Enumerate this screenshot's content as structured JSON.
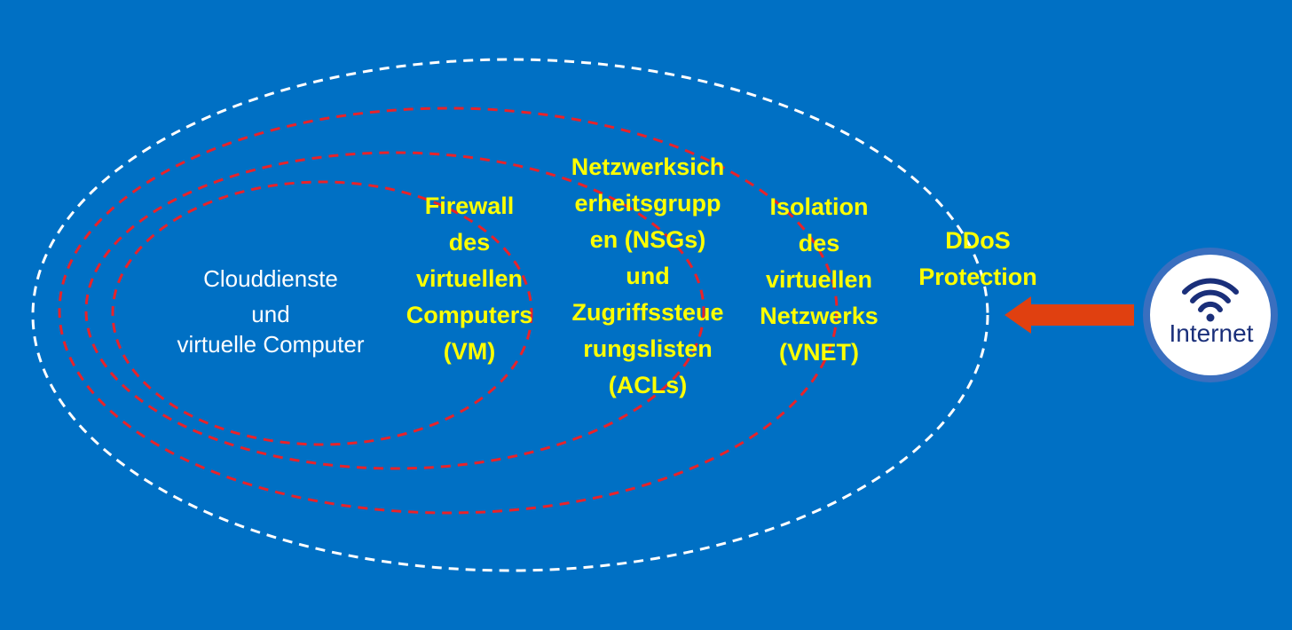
{
  "layers": {
    "core_lines": [
      "Clouddienste",
      "und",
      "virtuelle Computer"
    ],
    "vm_firewall_lines": [
      "Firewall",
      "des",
      "virtuellen",
      "Computers",
      "(VM)"
    ],
    "nsg_lines": [
      "Netzwerksich",
      "erheitsgrupp",
      "en (NSGs)",
      "und",
      "Zugriffssteue",
      "rungslisten",
      "(ACLs)"
    ],
    "vnet_lines": [
      "Isolation",
      "des",
      "virtuellen",
      "Netzwerks",
      "(VNET)"
    ],
    "ddos_lines": [
      "DDoS",
      "Protection"
    ]
  },
  "internet": {
    "label": "Internet",
    "icon": "wifi-icon"
  },
  "colors": {
    "background": "#0070c4",
    "layer_text": "#ffff00",
    "core_text": "#ffffff",
    "inner_ring": "#e8232a",
    "outer_ring": "#ffffff",
    "arrow": "#e04010",
    "internet_text": "#1a2f7a"
  }
}
